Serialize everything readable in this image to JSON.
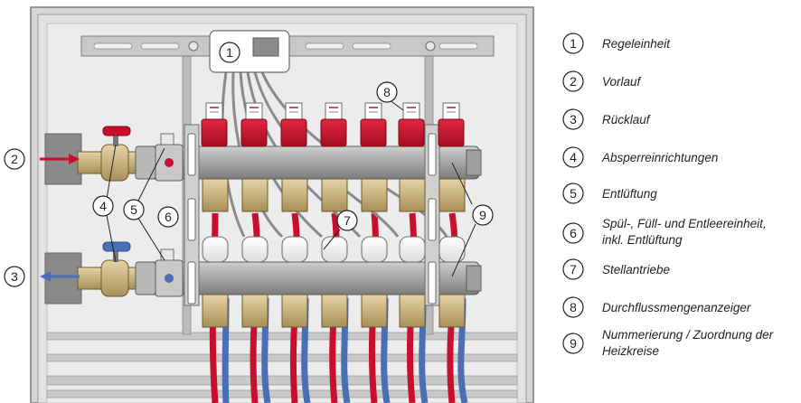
{
  "callouts": {
    "regeleinheit": "1",
    "vorlauf": "2",
    "ruecklauf": "3",
    "absperr": "4",
    "entlueftung": "5",
    "spuel": "6",
    "stellantriebe": "7",
    "durchfluss": "8",
    "nummerierung": "9"
  },
  "legend": [
    {
      "num": "1",
      "text": "Regeleinheit"
    },
    {
      "num": "2",
      "text": "Vorlauf"
    },
    {
      "num": "3",
      "text": "Rücklauf"
    },
    {
      "num": "4",
      "text": "Absperreinrichtungen"
    },
    {
      "num": "5",
      "text": "Entlüftung"
    },
    {
      "num": "6",
      "text": "Spül-, Füll- und Entleereinheit,",
      "text2": "inkl. Entlüftung"
    },
    {
      "num": "7",
      "text": "Stellantriebe"
    },
    {
      "num": "8",
      "text": "Durchflussmengenanzeiger"
    },
    {
      "num": "9",
      "text": "Nummerierung / Zuordnung der",
      "text2": "Heizkreise"
    }
  ],
  "colors": {
    "supply": "#c8102e",
    "return": "#4a6fb5",
    "body": "#9a9a9a",
    "frame": "#d9d9d9"
  }
}
